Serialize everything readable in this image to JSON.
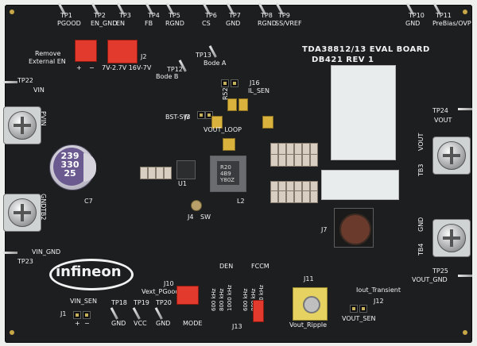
{
  "board": {
    "title": "TDA38812/13 EVAL BOARD",
    "rev": "DB421 REV 1",
    "logo": "infineon",
    "colors": {
      "pcb": "#1c1e20",
      "silk": "#f2f2f2",
      "jumper": "#e23a2d",
      "gold": "#d8b23c"
    }
  },
  "top_testpoints": [
    {
      "id": "TP1",
      "label": "PGOOD"
    },
    {
      "id": "TP2",
      "label": "EN_GND"
    },
    {
      "id": "TP3",
      "label": "EN"
    },
    {
      "id": "TP4",
      "label": "FB"
    },
    {
      "id": "TP5",
      "label": "RGND"
    },
    {
      "id": "TP6",
      "label": "CS"
    },
    {
      "id": "TP7",
      "label": "GND"
    },
    {
      "id": "TP8",
      "label": "RGND"
    },
    {
      "id": "TP9",
      "label": "SS/VREF"
    },
    {
      "id": "TP10",
      "label": "GND"
    },
    {
      "id": "TP11",
      "label": "PreBias/OVP"
    }
  ],
  "labels": {
    "remove": "Remove",
    "external_en": "External EN",
    "plus": "+",
    "minus": "−",
    "j2": "J2",
    "v_range": "7V-2.7V 16V-7V",
    "tp12": "TP12",
    "bode_b": "Bode B",
    "tp13": "TP13",
    "bode_a": "Bode A",
    "j16": "J16",
    "il_sen": "IL_SEN",
    "tp22": "TP22",
    "vin": "VIN",
    "pvin": "PVIN",
    "j3": "J3",
    "bst_sw": "BST-SW",
    "vout_loop": "VOUT_LOOP",
    "r52": "R52",
    "c7": "C7",
    "u1": "U1",
    "l2": "L2",
    "j4": "J4",
    "sw": "SW",
    "gnd": "GND",
    "tb2": "TB2",
    "tb3": "TB3",
    "tb4": "TB4",
    "tp23": "TP23",
    "vin_gnd": "VIN_GND",
    "tp24": "TP24",
    "vout": "VOUT",
    "tp25": "TP25",
    "vout_gnd": "VOUT_GND",
    "j7": "J7",
    "j11": "J11",
    "vout_ripple": "Vout_Ripple",
    "j12": "J12",
    "vout_sen": "VOUT_SEN",
    "iout_transient": "Iout_Transient",
    "j13": "J13",
    "den": "DEN",
    "fccm": "FCCM",
    "vin_sen": "VIN_SEN",
    "tp18": "TP18",
    "tp19": "TP19",
    "tp20": "TP20",
    "vcc": "VCC",
    "mode": "MODE",
    "vext": "Vext_PGood",
    "j10": "J10",
    "j1": "J1"
  },
  "cap_text": [
    "239",
    "330",
    "25"
  ],
  "inductor_text": [
    "R20",
    "4B9",
    "Y80Z"
  ],
  "freq_labels": [
    "600 kHz",
    "800 kHz",
    "1000 kHz",
    "600 kHz",
    "800 kHz",
    "1000 kHz"
  ]
}
